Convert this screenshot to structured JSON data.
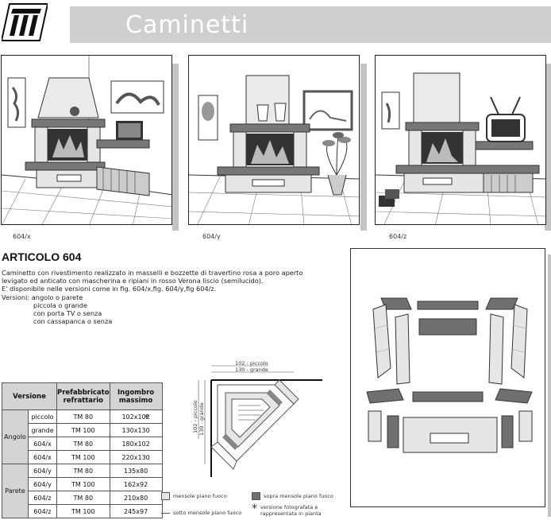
{
  "header": {
    "title": "Caminetti"
  },
  "figures": [
    {
      "label": "604/x"
    },
    {
      "label": "604/y"
    },
    {
      "label": "604/z"
    }
  ],
  "article": {
    "title": "ARTICOLO 604",
    "description_lines": [
      "Caminetto  con   rivestimento realizzato in masselli e bozzette di travertino rosa a poro aperto",
      "levigato ed anticato con mascherina e ripiani in rosso Verona liscio (semilucido).",
      "E' disponibile nelle versioni come in fig. 604/x,fig. 604/y,fig 604/z.",
      "Versioni:  angolo o parete"
    ],
    "option_lines": [
      "piccola o grande",
      "con porta TV o senza",
      "con cassapanca o senza"
    ]
  },
  "table": {
    "headers": {
      "versione": "Versione",
      "prefabbricato": "Prefabbricato refrattario",
      "ingombro": "Ingombro massimo"
    },
    "groups": [
      {
        "name": "Angolo",
        "rows": [
          {
            "sub": "piccolo",
            "pref": "TM 80",
            "ing": "102x102"
          },
          {
            "sub": "grande",
            "pref": "TM 100",
            "ing": "130x130"
          },
          {
            "sub": "604/x",
            "pref": "TM 80",
            "ing": "180x102"
          },
          {
            "sub": "604/x",
            "pref": "TM 100",
            "ing": "220x130"
          }
        ]
      },
      {
        "name": "Parete",
        "rows": [
          {
            "sub": "604/y",
            "pref": "TM 80",
            "ing": "135x80"
          },
          {
            "sub": "604/y",
            "pref": "TM 100",
            "ing": "162x92"
          },
          {
            "sub": "604/z",
            "pref": "TM 80",
            "ing": "210x80"
          },
          {
            "sub": "604/z",
            "pref": "TM 100",
            "ing": "245x97"
          }
        ]
      }
    ],
    "star": "*"
  },
  "plan": {
    "top_small": "102 - piccolo",
    "top_large": "130 - grande",
    "side_small": "102 - piccolo",
    "side_large": "130 - grande"
  },
  "legend": {
    "light": "mensole piano fuoco",
    "dark": "sopra mensole piano fuoco",
    "line": "sotto mensole piano fuoco",
    "star_symbol": "*",
    "star_text_1": "versione fotografata e",
    "star_text_2": "rappresentata in pianta"
  },
  "colors": {
    "title_bar": "#cfcfcf",
    "table_header": "#d4d4d4",
    "stone_light": "#e6e6e6",
    "stone_dark": "#707070"
  }
}
